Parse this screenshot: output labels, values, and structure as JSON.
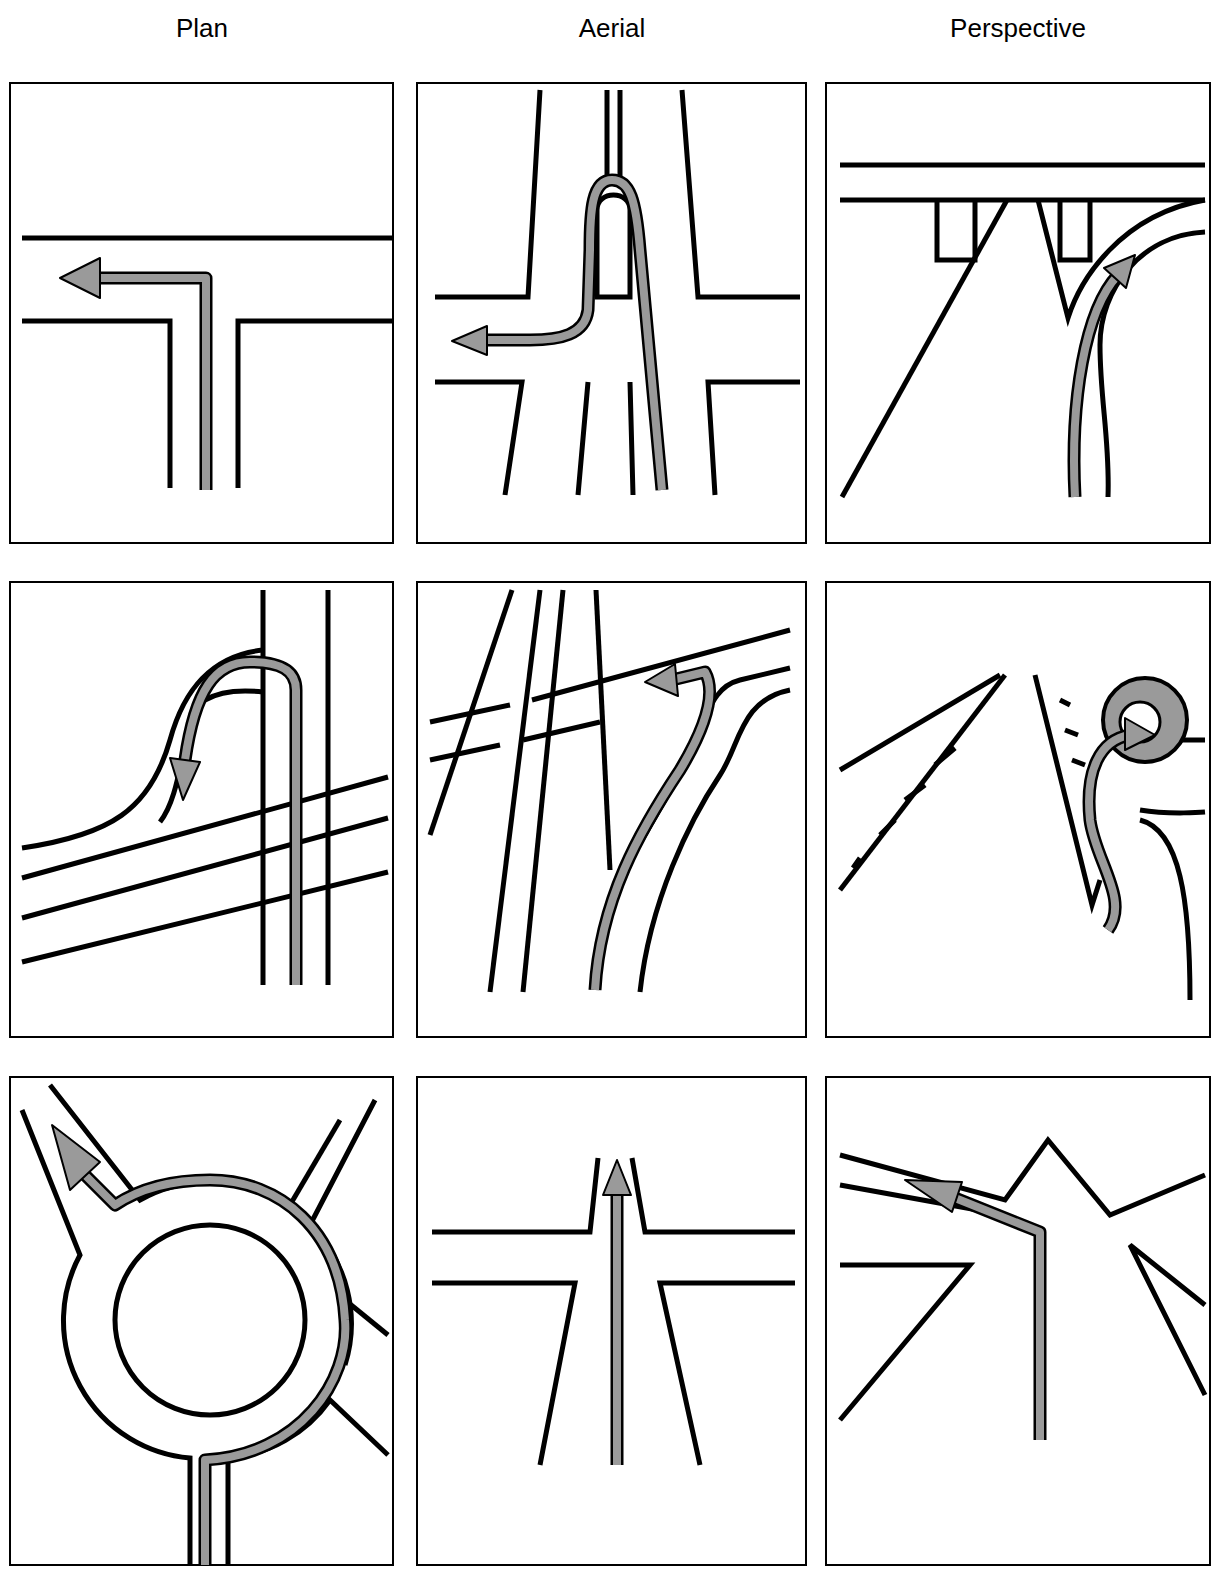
{
  "diagram": {
    "labels": [
      "Plan",
      "Aerial",
      "Perspective"
    ]
  }
}
